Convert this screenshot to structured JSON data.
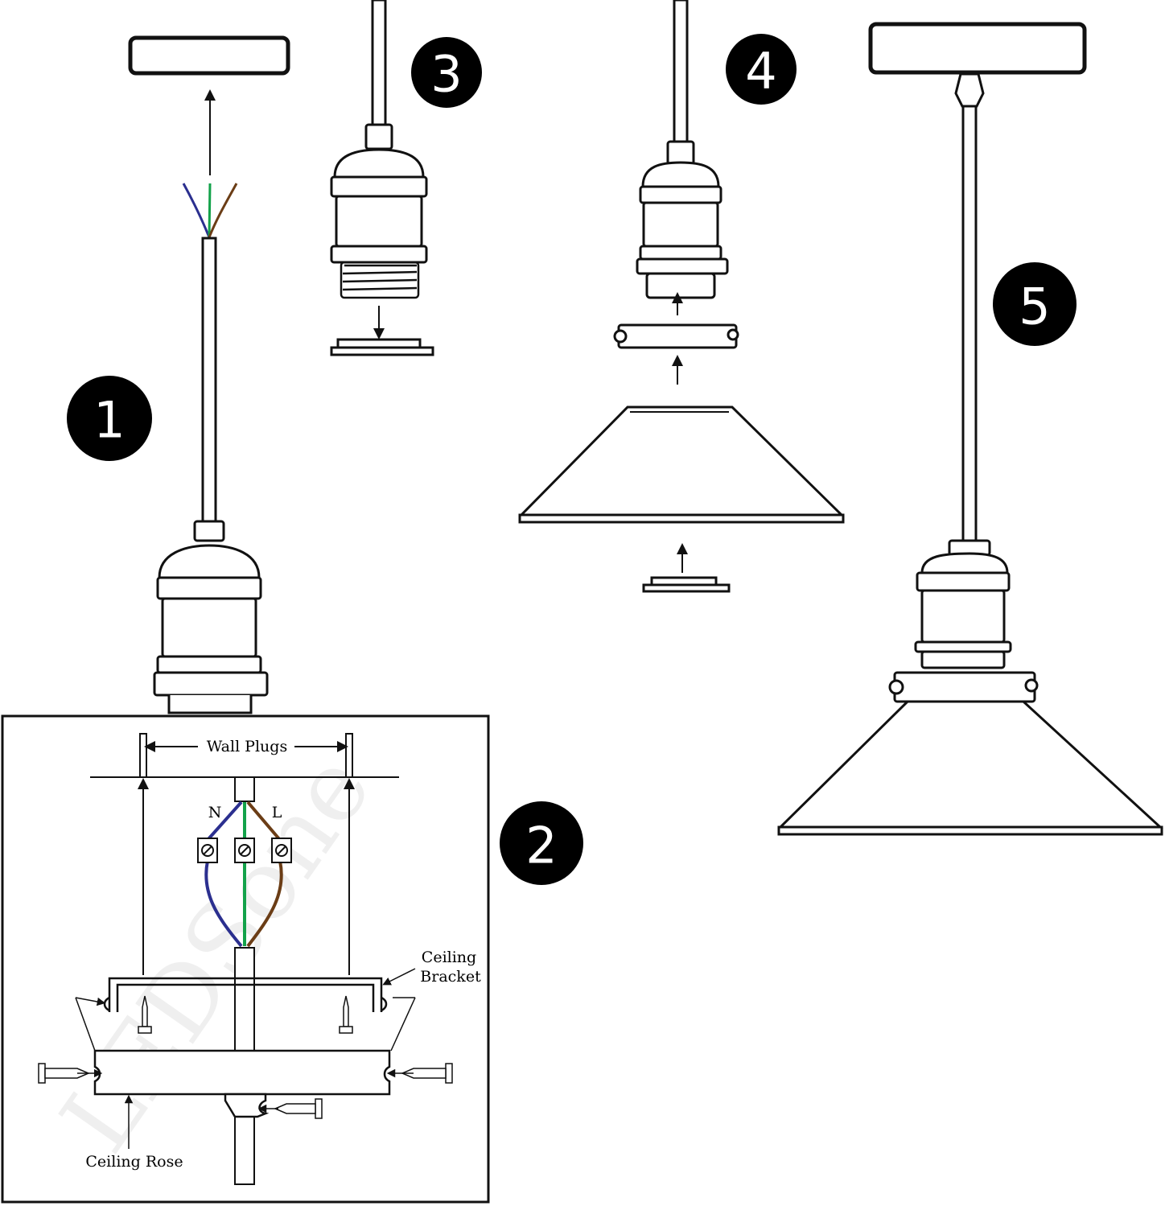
{
  "steps": [
    {
      "id": "1",
      "label": "1"
    },
    {
      "id": "2",
      "label": "2"
    },
    {
      "id": "3",
      "label": "3"
    },
    {
      "id": "4",
      "label": "4"
    },
    {
      "id": "5",
      "label": "5"
    }
  ],
  "wiring_detail": {
    "wall_plugs_label": "Wall Plugs",
    "neutral_label": "N",
    "live_label": "L",
    "ceiling_bracket_line1": "Ceiling",
    "ceiling_bracket_line2": "Bracket",
    "ceiling_rose_label": "Ceiling Rose",
    "watermark": "LEDSone"
  },
  "colors": {
    "neutral_wire": "#2b2f8f",
    "earth_wire": "#13a24a",
    "live_wire": "#6b3d16",
    "line": "#111111"
  }
}
